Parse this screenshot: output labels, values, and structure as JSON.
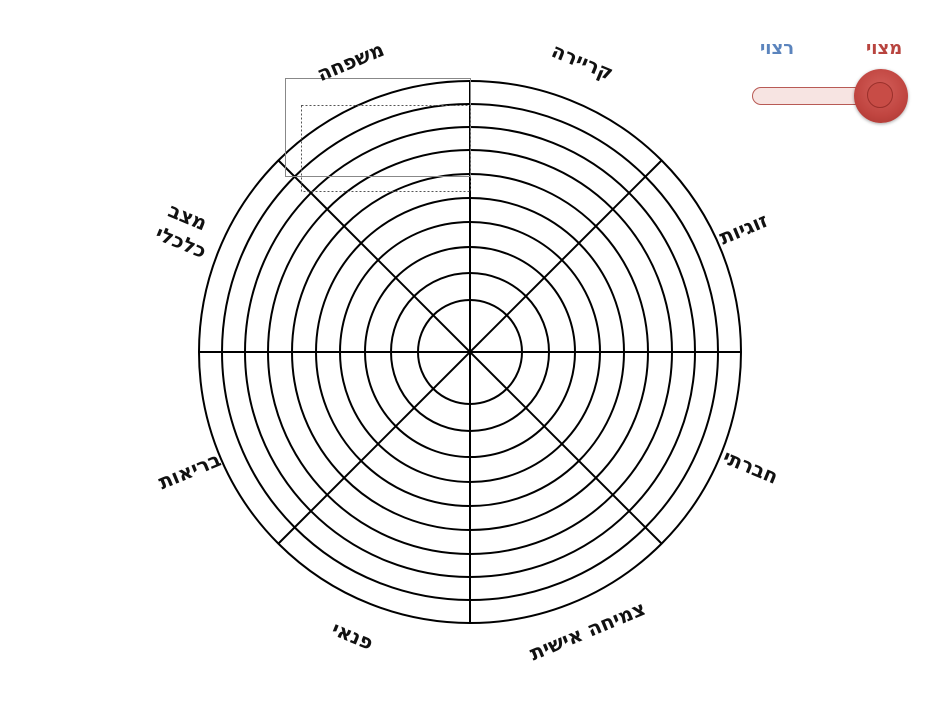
{
  "wheel": {
    "sectors": [
      {
        "id": "career",
        "label": "קריירה"
      },
      {
        "id": "relationship",
        "label": "זוגיות"
      },
      {
        "id": "social",
        "label": "חברתי"
      },
      {
        "id": "growth",
        "label": "צמיחה אישית"
      },
      {
        "id": "leisure",
        "label": "פנאי"
      },
      {
        "id": "health",
        "label": "בריאות"
      },
      {
        "id": "financial",
        "label": "מצב כלכלי"
      },
      {
        "id": "family",
        "label": "משפחה"
      }
    ],
    "levels": 10,
    "line_color": "#000000"
  },
  "toggle": {
    "actual_label": "מצוי",
    "desired_label": "רצוי",
    "actual_color": "#b8443f",
    "desired_color": "#5b84bd",
    "selected": "actual"
  }
}
